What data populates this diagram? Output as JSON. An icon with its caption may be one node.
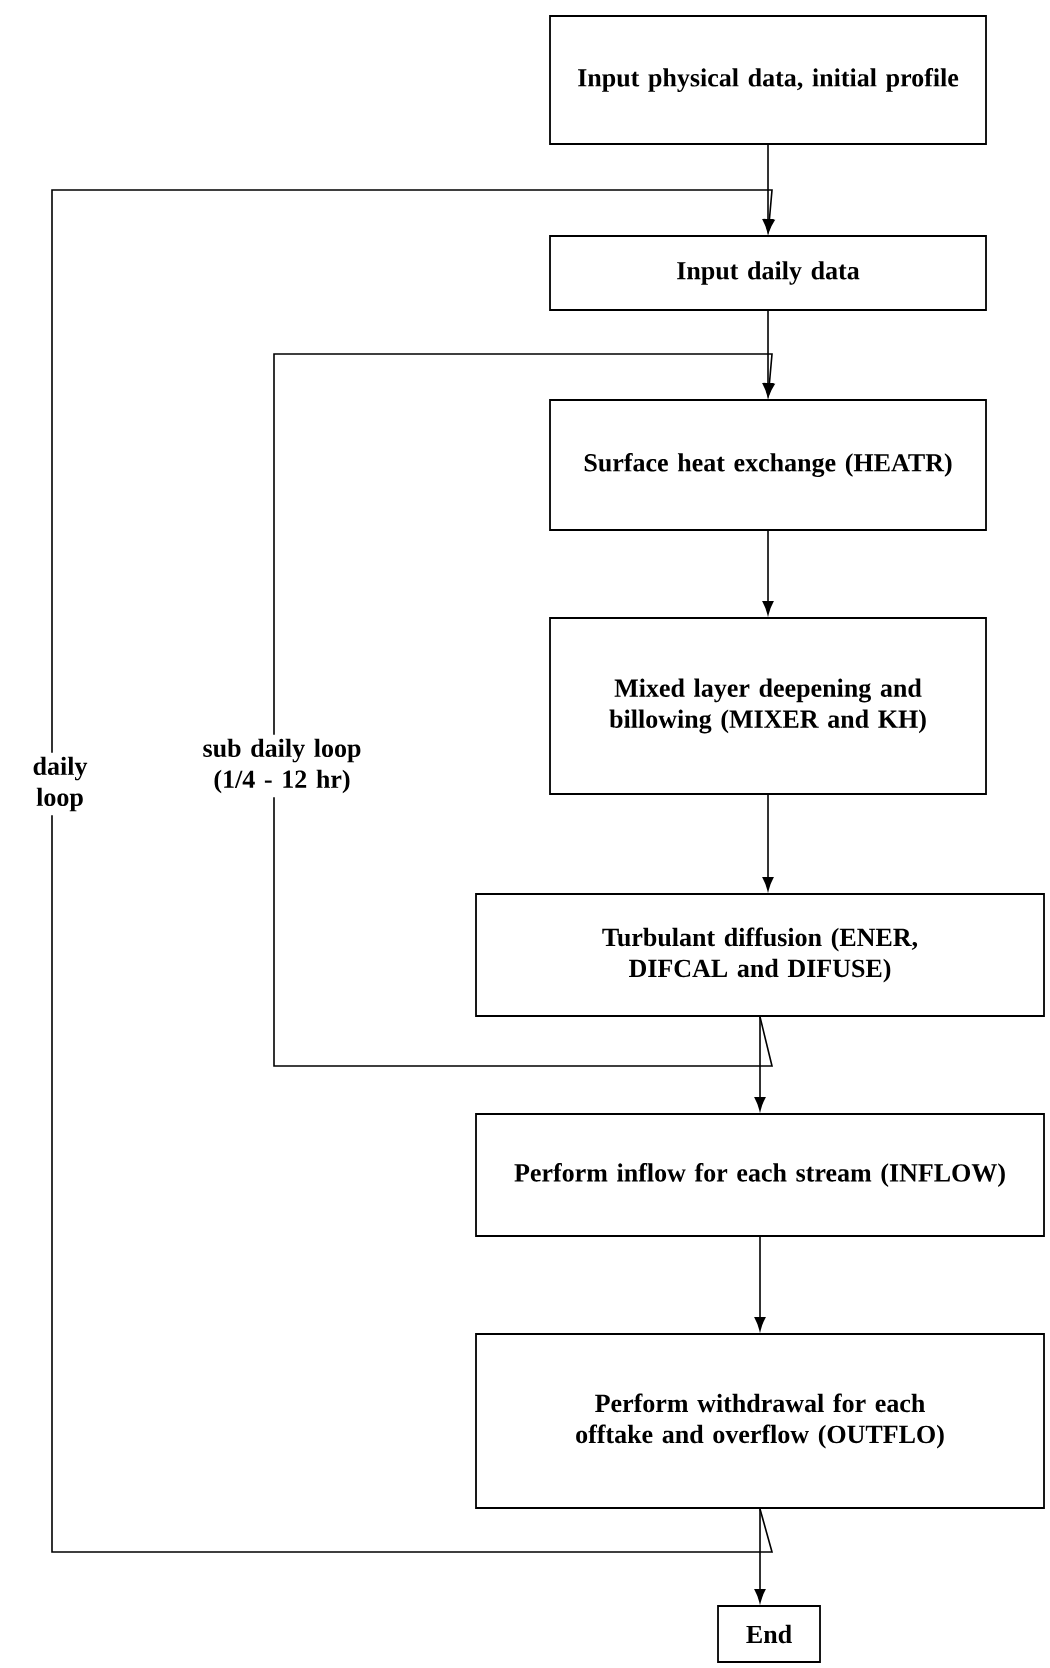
{
  "diagram": {
    "nodes": [
      {
        "text": [
          "Input physical data, initial profile"
        ]
      },
      {
        "text": [
          "Input daily data"
        ]
      },
      {
        "text": [
          "Surface heat exchange (HEATR)"
        ]
      },
      {
        "text": [
          "Mixed layer deepening and billowing (MIXER and KH)"
        ]
      },
      {
        "text": [
          "Turbulant diffusion (ENER, DIFCAL and DIFUSE)"
        ]
      },
      {
        "text": [
          "Perform inflow for each stream (INFLOW)"
        ]
      },
      {
        "text": [
          "Perform withdrawal for each offtake and overflow (OUTFLO)"
        ]
      },
      {
        "text": [
          "End"
        ]
      }
    ],
    "edges": [
      {
        "from": 0,
        "to": 1,
        "arrow": "to"
      },
      {
        "from": 1,
        "to": 2,
        "arrow": "to"
      },
      {
        "from": 2,
        "to": 3,
        "arrow": "to"
      },
      {
        "from": 3,
        "to": 4,
        "arrow": "to"
      },
      {
        "from": 4,
        "to": 5,
        "arrow": "to"
      },
      {
        "from": 5,
        "to": 6,
        "arrow": "to"
      },
      {
        "from": 6,
        "to": 7,
        "arrow": "to"
      },
      {
        "from": 6,
        "to": 1,
        "arrow": "to",
        "label": "daily loop"
      },
      {
        "from": 4,
        "to": 2,
        "arrow": "to",
        "label": "sub daily loop (1/4 - 12 hr)"
      }
    ]
  }
}
